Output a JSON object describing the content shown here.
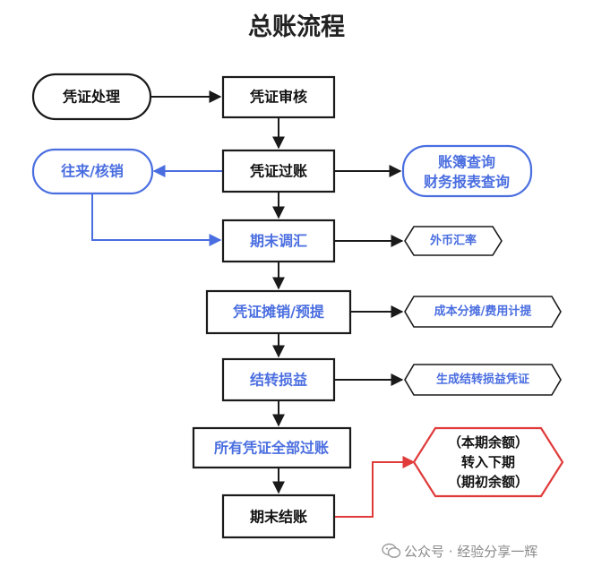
{
  "title": "总账流程",
  "colors": {
    "dark": "#1a1a1a",
    "blue": "#4a6ee0",
    "red": "#e03a3a",
    "text": "#111111"
  },
  "nodes": {
    "voucher_processing": "凭证处理",
    "voucher_review": "凭证审核",
    "voucher_posting": "凭证过账",
    "ar_ap_writeoff": "往来/核销",
    "ledger_query": [
      "账簿查询",
      "财务报表查询"
    ],
    "period_end_fx": "期末调汇",
    "fx_rate": "外币汇率",
    "amortize_accrue": "凭证摊销/预提",
    "cost_allocation": "成本分摊/费用计提",
    "carry_forward_pl": "结转损益",
    "generate_voucher": "生成结转损益凭证",
    "post_all": "所有凭证全部过账",
    "period_close": "期末结账",
    "balance_transfer": [
      "（本期余额）",
      "转入下期",
      "（期初余额）"
    ]
  },
  "watermark": "公众号 · 经验分享一辉",
  "watermark_icon": "wechat-icon"
}
